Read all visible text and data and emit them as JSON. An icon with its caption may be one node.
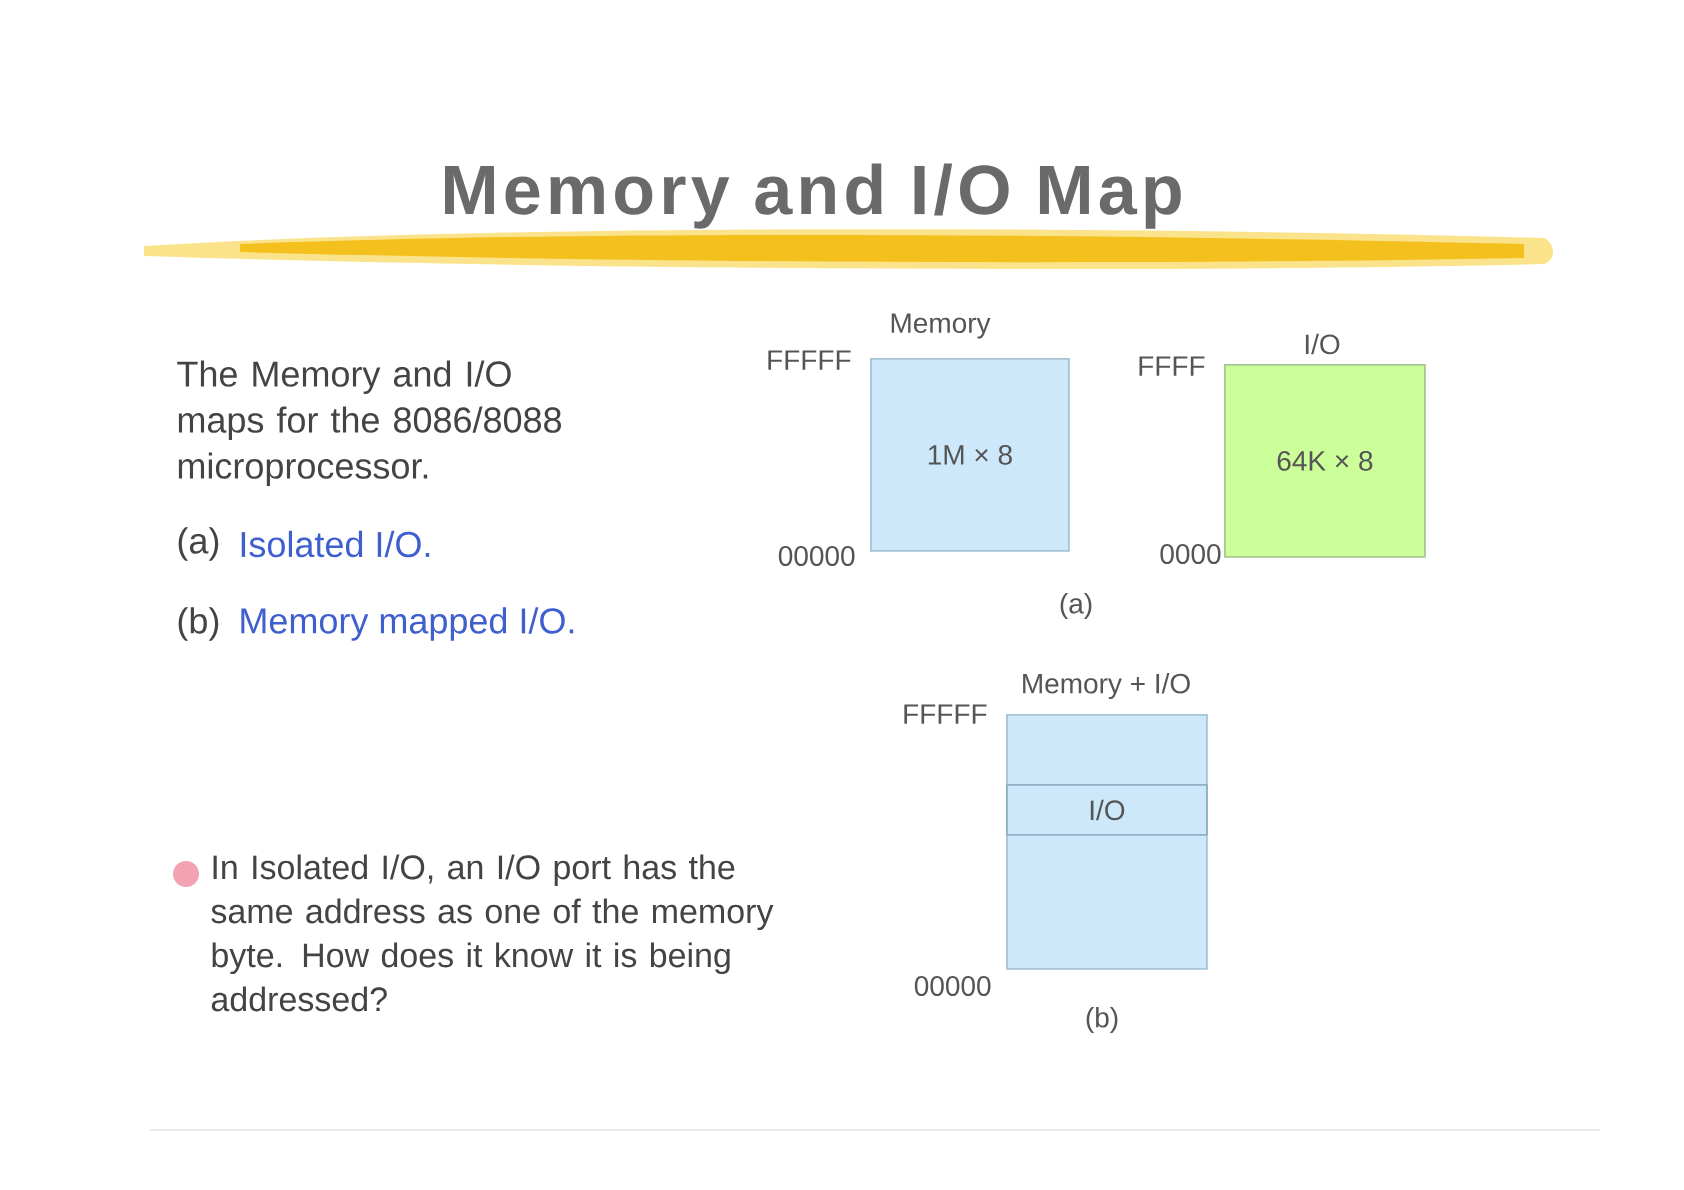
{
  "diagram": {
    "title": "Memory and I/O Map",
    "nodes": [
      {
        "text": [
          "Memory",
          "1M × 8"
        ],
        "beside": [
          "FFFFF",
          "00000"
        ]
      },
      {
        "text": [
          "I/O",
          "64K × 8"
        ],
        "beside": [
          "FFFF",
          "0000"
        ]
      },
      {
        "text": [
          "Memory + I/O"
        ],
        "beside": [
          "FFFFF",
          "00000"
        ]
      },
      {
        "text": [
          "I/O"
        ],
        "in": 2
      }
    ],
    "labels": [
      "The Memory and I/O maps for the 8086/8088 microprocessor.",
      "(a)",
      "Isolated I/O.",
      "(b)",
      "Memory mapped I/O.",
      "(a)",
      "(b)",
      "In Isolated I/O, an I/O port has the same address as one of the memory byte. How does it know it is being addressed?"
    ]
  }
}
